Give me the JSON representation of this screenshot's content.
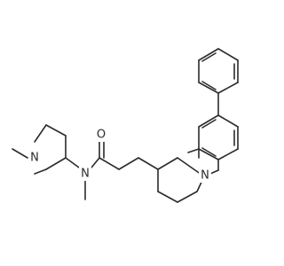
{
  "molecule": {
    "atom_labels": {
      "n_piperidine_methyl": "N",
      "n_amide": "N",
      "o_carbonyl": "O",
      "n_piperidine_benzyl": "N"
    }
  }
}
